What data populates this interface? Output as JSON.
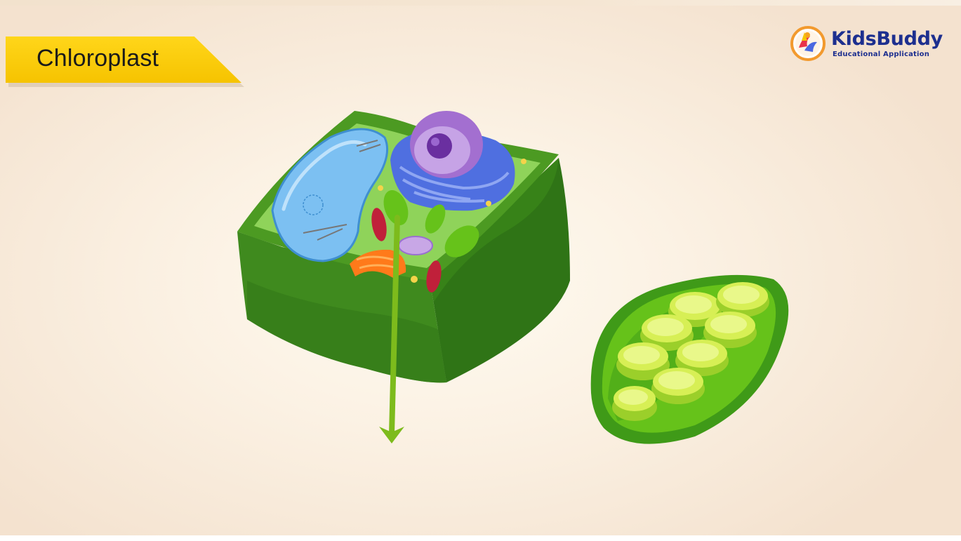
{
  "slide": {
    "title": "Chloroplast",
    "logo": {
      "name": "KidsBuddy",
      "tagline": "Educational Application"
    }
  },
  "colors": {
    "title_tag": "#f6c300",
    "brand": "#1d2f8f",
    "cell_wall": "#3f8f1f",
    "cytoplasm": "#8fd35a",
    "vacuole": "#7cc0f2",
    "nucleus": "#a36fd0",
    "er": "#4f6fe0",
    "golgi": "#ff7a1a",
    "mitochondria": "#c0203a",
    "chloroplast": "#66c21a",
    "thylakoid": "#d7ef55",
    "arrow": "#7dbb1c"
  },
  "icons": {
    "logo_icon": "kidsbuddy-logo-icon",
    "pointer": "down-arrow-icon"
  }
}
